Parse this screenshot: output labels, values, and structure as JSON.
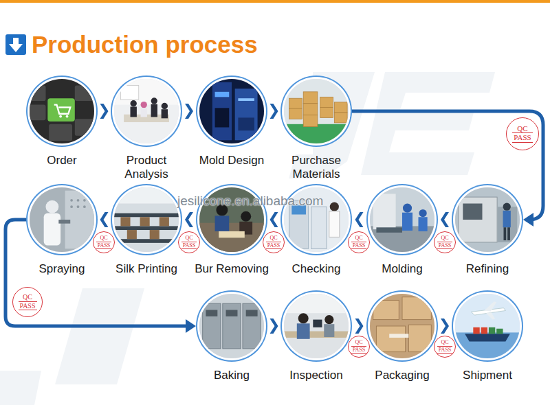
{
  "diagram": {
    "title": "Production process",
    "nodes": [
      {
        "text": [
          "Order"
        ]
      },
      {
        "text": [
          "Product Analysis"
        ]
      },
      {
        "text": [
          "Mold Design"
        ]
      },
      {
        "text": [
          "Purchase Materials"
        ]
      },
      {
        "text": [
          "Refining"
        ]
      },
      {
        "text": [
          "Molding"
        ]
      },
      {
        "text": [
          "Checking"
        ]
      },
      {
        "text": [
          "Bur Removing"
        ]
      },
      {
        "text": [
          "Silk Printing"
        ]
      },
      {
        "text": [
          "Spraying"
        ]
      },
      {
        "text": [
          "Baking"
        ]
      },
      {
        "text": [
          "Inspection"
        ]
      },
      {
        "text": [
          "Packaging"
        ]
      },
      {
        "text": [
          "Shipment"
        ]
      }
    ],
    "edges": [
      {
        "from": 0,
        "to": 1,
        "arrow": "to"
      },
      {
        "from": 1,
        "to": 2,
        "arrow": "to"
      },
      {
        "from": 2,
        "to": 3,
        "arrow": "to"
      },
      {
        "from": 3,
        "to": 4,
        "arrow": "to"
      },
      {
        "from": 4,
        "to": 5,
        "arrow": "to"
      },
      {
        "from": 5,
        "to": 6,
        "arrow": "to"
      },
      {
        "from": 6,
        "to": 7,
        "arrow": "to"
      },
      {
        "from": 7,
        "to": 8,
        "arrow": "to"
      },
      {
        "from": 8,
        "to": 9,
        "arrow": "to"
      },
      {
        "from": 9,
        "to": 10,
        "arrow": "to"
      },
      {
        "from": 10,
        "to": 11,
        "arrow": "to"
      },
      {
        "from": 11,
        "to": 12,
        "arrow": "to"
      },
      {
        "from": 12,
        "to": 13,
        "arrow": "to"
      }
    ],
    "labels": [
      "QC",
      "PASS",
      "QC",
      "PASS",
      "QC",
      "PASS",
      "QC",
      "PASS",
      "QC",
      "PASS",
      "QC",
      "PASS",
      "QC",
      "PASS",
      "QC",
      "PASS",
      "QC",
      "PASS",
      "jesilicone.en.alibaba.com"
    ]
  }
}
